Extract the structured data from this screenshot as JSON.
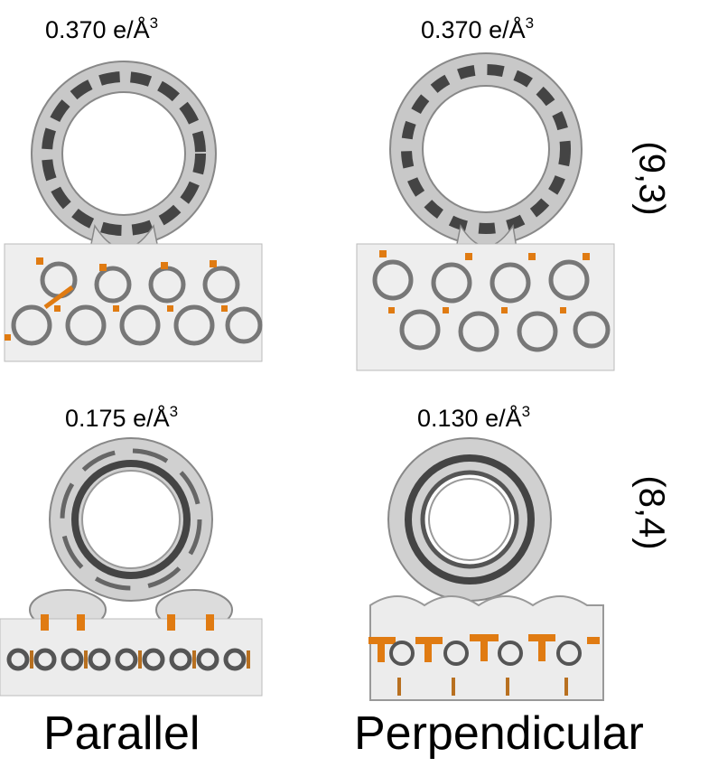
{
  "panels": [
    {
      "id": "p93-parallel",
      "value": "0.370",
      "unit": "e/Å",
      "exp": "3"
    },
    {
      "id": "p93-perpendicular",
      "value": "0.370",
      "unit": "e/Å",
      "exp": "3"
    },
    {
      "id": "p84-parallel",
      "value": "0.175",
      "unit": "e/Å",
      "exp": "3"
    },
    {
      "id": "p84-perpendicular",
      "value": "0.130",
      "unit": "e/Å",
      "exp": "3"
    }
  ],
  "rows": [
    {
      "label": "(9,3)"
    },
    {
      "label": "(8,4)"
    }
  ],
  "columns": [
    {
      "label": "Parallel"
    },
    {
      "label": "Perpendicular"
    }
  ],
  "colors": {
    "ring_dark": "#3a3a3a",
    "ring_light": "#bdbdbd",
    "isosurface": "#e6e6e6",
    "atom_orange": "#e07b12"
  }
}
